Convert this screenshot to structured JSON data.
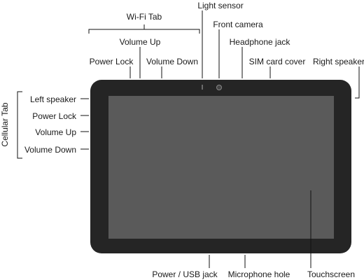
{
  "labels": {
    "light_sensor": "Light sensor",
    "wifi_tab": "Wi-Fi Tab",
    "front_camera": "Front camera",
    "volume_up_top": "Volume Up",
    "headphone_jack": "Headphone jack",
    "power_lock_top": "Power Lock",
    "volume_down_top": "Volume Down",
    "sim_card_cover": "SIM card cover",
    "right_speaker": "Right speaker",
    "cellular_tab": "Cellular Tab",
    "left_speaker": "Left speaker",
    "power_lock_side": "Power Lock",
    "volume_up_side": "Volume Up",
    "volume_down_side": "Volume Down",
    "power_usb_jack": "Power / USB jack",
    "microphone_hole": "Microphone hole",
    "touchscreen": "Touchscreen"
  },
  "colors": {
    "tablet_body": "#252525",
    "screen": "#5a5a5a",
    "line": "#111111"
  }
}
